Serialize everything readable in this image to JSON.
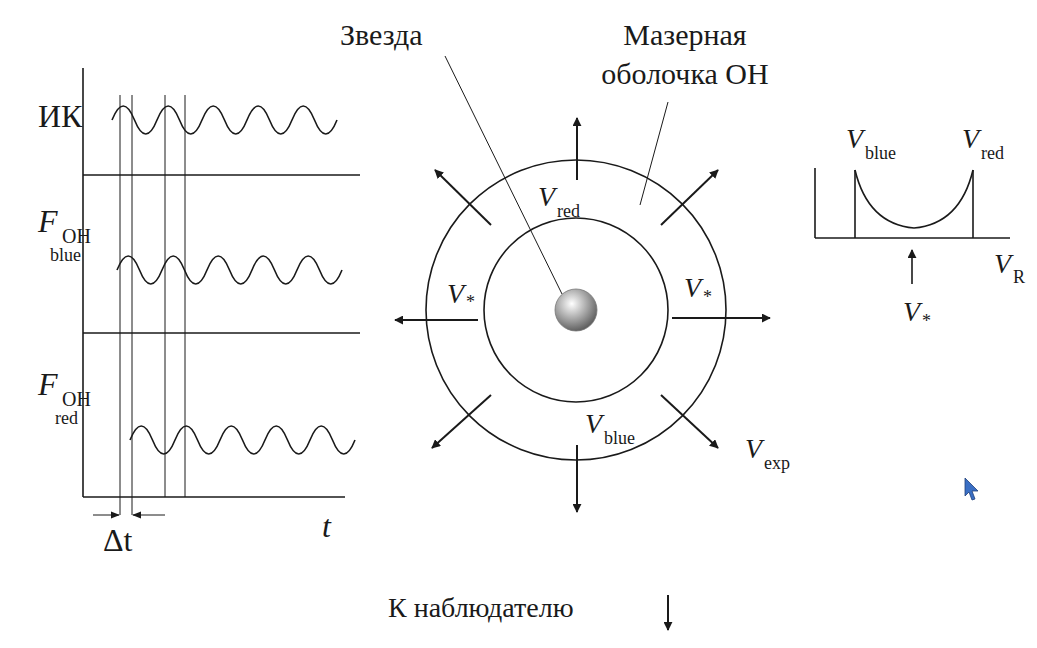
{
  "diagram": {
    "labels": [
      "ИК",
      "F",
      "OH",
      "blue",
      "F",
      "OH",
      "red",
      "Δt",
      "t",
      "Звезда",
      "Мазерная оболочка ОН",
      "V",
      "red",
      "V",
      "*",
      "V",
      "*",
      "V",
      "blue",
      "V",
      "exp",
      "V",
      "blue",
      "V",
      "red",
      "V",
      "R",
      "V",
      "*",
      "К наблюдателю"
    ]
  }
}
